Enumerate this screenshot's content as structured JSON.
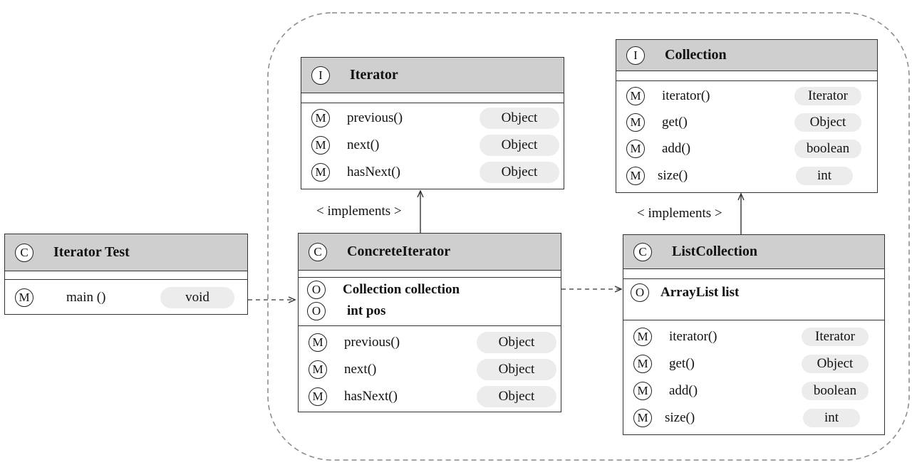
{
  "relation_label": "< implements >",
  "classes": {
    "iterator_test": {
      "kind": "C",
      "name": "Iterator Test",
      "fields": [],
      "methods": [
        {
          "kind": "M",
          "name": "main ()",
          "type": "void"
        }
      ]
    },
    "iterator": {
      "kind": "I",
      "name": "Iterator",
      "methods": [
        {
          "kind": "M",
          "name": "previous()",
          "type": "Object"
        },
        {
          "kind": "M",
          "name": "next()",
          "type": "Object"
        },
        {
          "kind": "M",
          "name": "hasNext()",
          "type": "Object"
        }
      ]
    },
    "concrete_iterator": {
      "kind": "C",
      "name": "ConcreteIterator",
      "fields": [
        {
          "kind": "O",
          "name": "Collection collection"
        },
        {
          "kind": "O",
          "name": "int pos"
        }
      ],
      "methods": [
        {
          "kind": "M",
          "name": "previous()",
          "type": "Object"
        },
        {
          "kind": "M",
          "name": "next()",
          "type": "Object"
        },
        {
          "kind": "M",
          "name": "hasNext()",
          "type": "Object"
        }
      ]
    },
    "collection": {
      "kind": "I",
      "name": "Collection",
      "methods": [
        {
          "kind": "M",
          "name": "iterator()",
          "type": "Iterator"
        },
        {
          "kind": "M",
          "name": "get()",
          "type": "Object"
        },
        {
          "kind": "M",
          "name": "add()",
          "type": "boolean"
        },
        {
          "kind": "M",
          "name": "size()",
          "type": "int"
        }
      ]
    },
    "list_collection": {
      "kind": "C",
      "name": "ListCollection",
      "fields": [
        {
          "kind": "O",
          "name": "ArrayList list"
        }
      ],
      "methods": [
        {
          "kind": "M",
          "name": "iterator()",
          "type": "Iterator"
        },
        {
          "kind": "M",
          "name": "get()",
          "type": "Object"
        },
        {
          "kind": "M",
          "name": "add()",
          "type": "boolean"
        },
        {
          "kind": "M",
          "name": "size()",
          "type": "int"
        }
      ]
    }
  }
}
